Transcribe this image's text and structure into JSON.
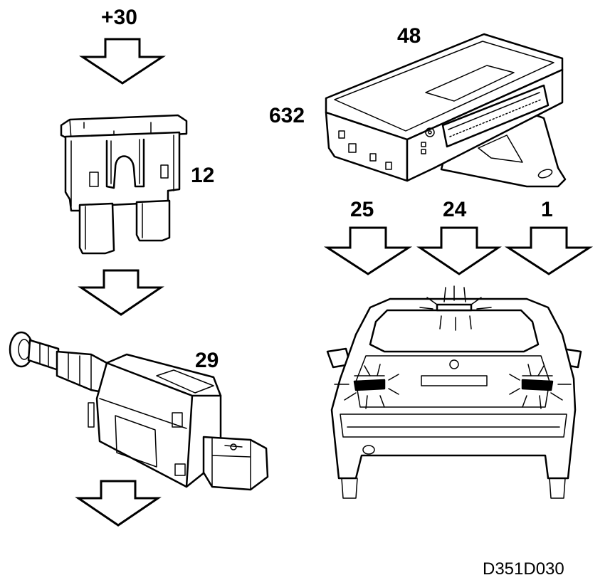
{
  "labels": {
    "supply": "+30",
    "fuse": "12",
    "switch": "29",
    "module_top": "48",
    "module_side": "632",
    "lamp_left": "25",
    "lamp_center": "24",
    "lamp_right": "1"
  },
  "figure_code": "D351D030",
  "colors": {
    "line": "#000000",
    "background": "#ffffff"
  }
}
